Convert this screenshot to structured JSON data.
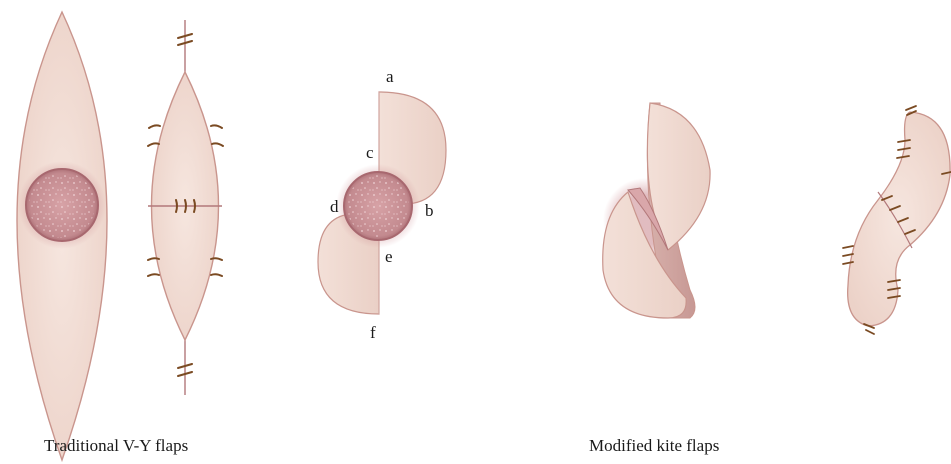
{
  "captions": {
    "left": "Traditional V-Y flaps",
    "right": "Modified kite flaps"
  },
  "point_labels": {
    "a": "a",
    "b": "b",
    "c": "c",
    "d": "d",
    "e": "e",
    "f": "f"
  },
  "colors": {
    "skin": "#f1dcd4",
    "skin_edge": "#c9958d",
    "defect": "#c98d92",
    "defect_rim": "#a8686f",
    "suture": "#7a4a22",
    "incision": "#b2787a"
  }
}
